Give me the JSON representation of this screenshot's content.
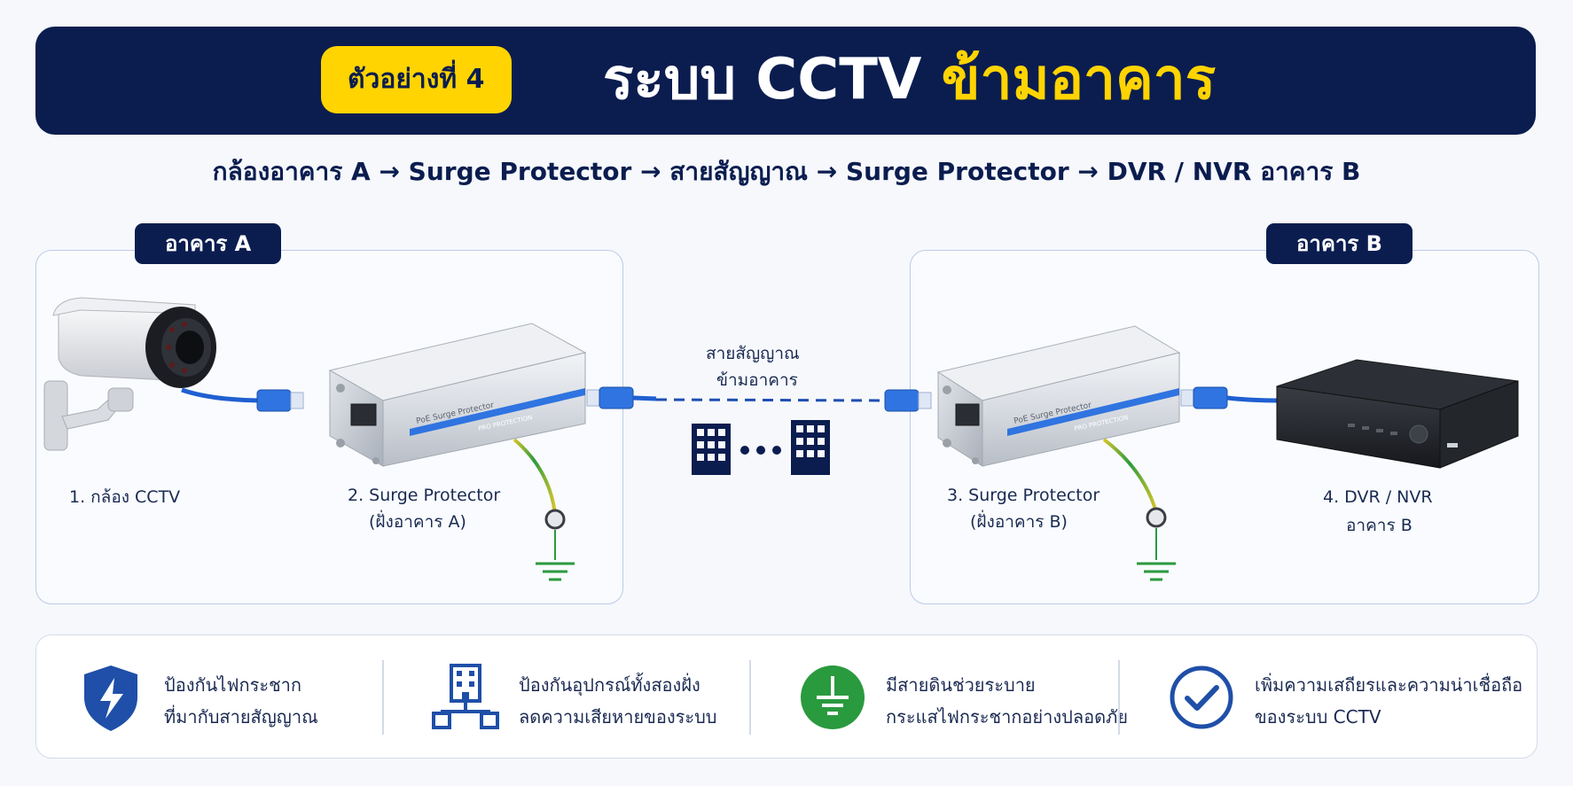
{
  "header": {
    "badge": "ตัวอย่างที่ 4",
    "title_main": "ระบบ CCTV ",
    "title_highlight": "ข้ามอาคาร"
  },
  "flow_text": "กล้องอาคาร A → Surge Protector → สายสัญญาณ → Surge Protector → DVR / NVR อาคาร B",
  "building_a": {
    "tag": "อาคาร A",
    "camera_label": "1. กล้อง CCTV",
    "protector_label_1": "2. Surge Protector",
    "protector_label_2": "(ฝั่งอาคาร A)"
  },
  "building_b": {
    "tag": "อาคาร B",
    "protector_label_1": "3. Surge Protector",
    "protector_label_2": "(ฝั่งอาคาร B)",
    "recorder_label_1": "4. DVR / NVR",
    "recorder_label_2": "อาคาร B"
  },
  "cable": {
    "label_1": "สายสัญญาณ",
    "label_2": "ข้ามอาคาร"
  },
  "device_markings": {
    "line_1": "PoE Surge Protector",
    "line_2": "PRO PROTECTION"
  },
  "features": [
    {
      "icon": "lightning-shield-icon",
      "line_1": "ป้องกันไฟกระชาก",
      "line_2": "ที่มากับสายสัญญาณ"
    },
    {
      "icon": "building-network-icon",
      "line_1": "ป้องกันอุปกรณ์ทั้งสองฝั่ง",
      "line_2": "ลดความเสียหายของระบบ"
    },
    {
      "icon": "ground-icon",
      "line_1": "มีสายดินช่วยระบาย",
      "line_2": "กระแสไฟกระชากอย่างปลอดภัย"
    },
    {
      "icon": "check-circle-icon",
      "line_1": "เพิ่มความเสถียรและความน่าเชื่อถือ",
      "line_2": "ของระบบ CCTV"
    }
  ],
  "colors": {
    "navy": "#0b1d4f",
    "yellow": "#ffd400",
    "cable_blue": "#1f5fd1",
    "ground_green": "#2a9a3e",
    "ground_yellow": "#d6c62a"
  }
}
